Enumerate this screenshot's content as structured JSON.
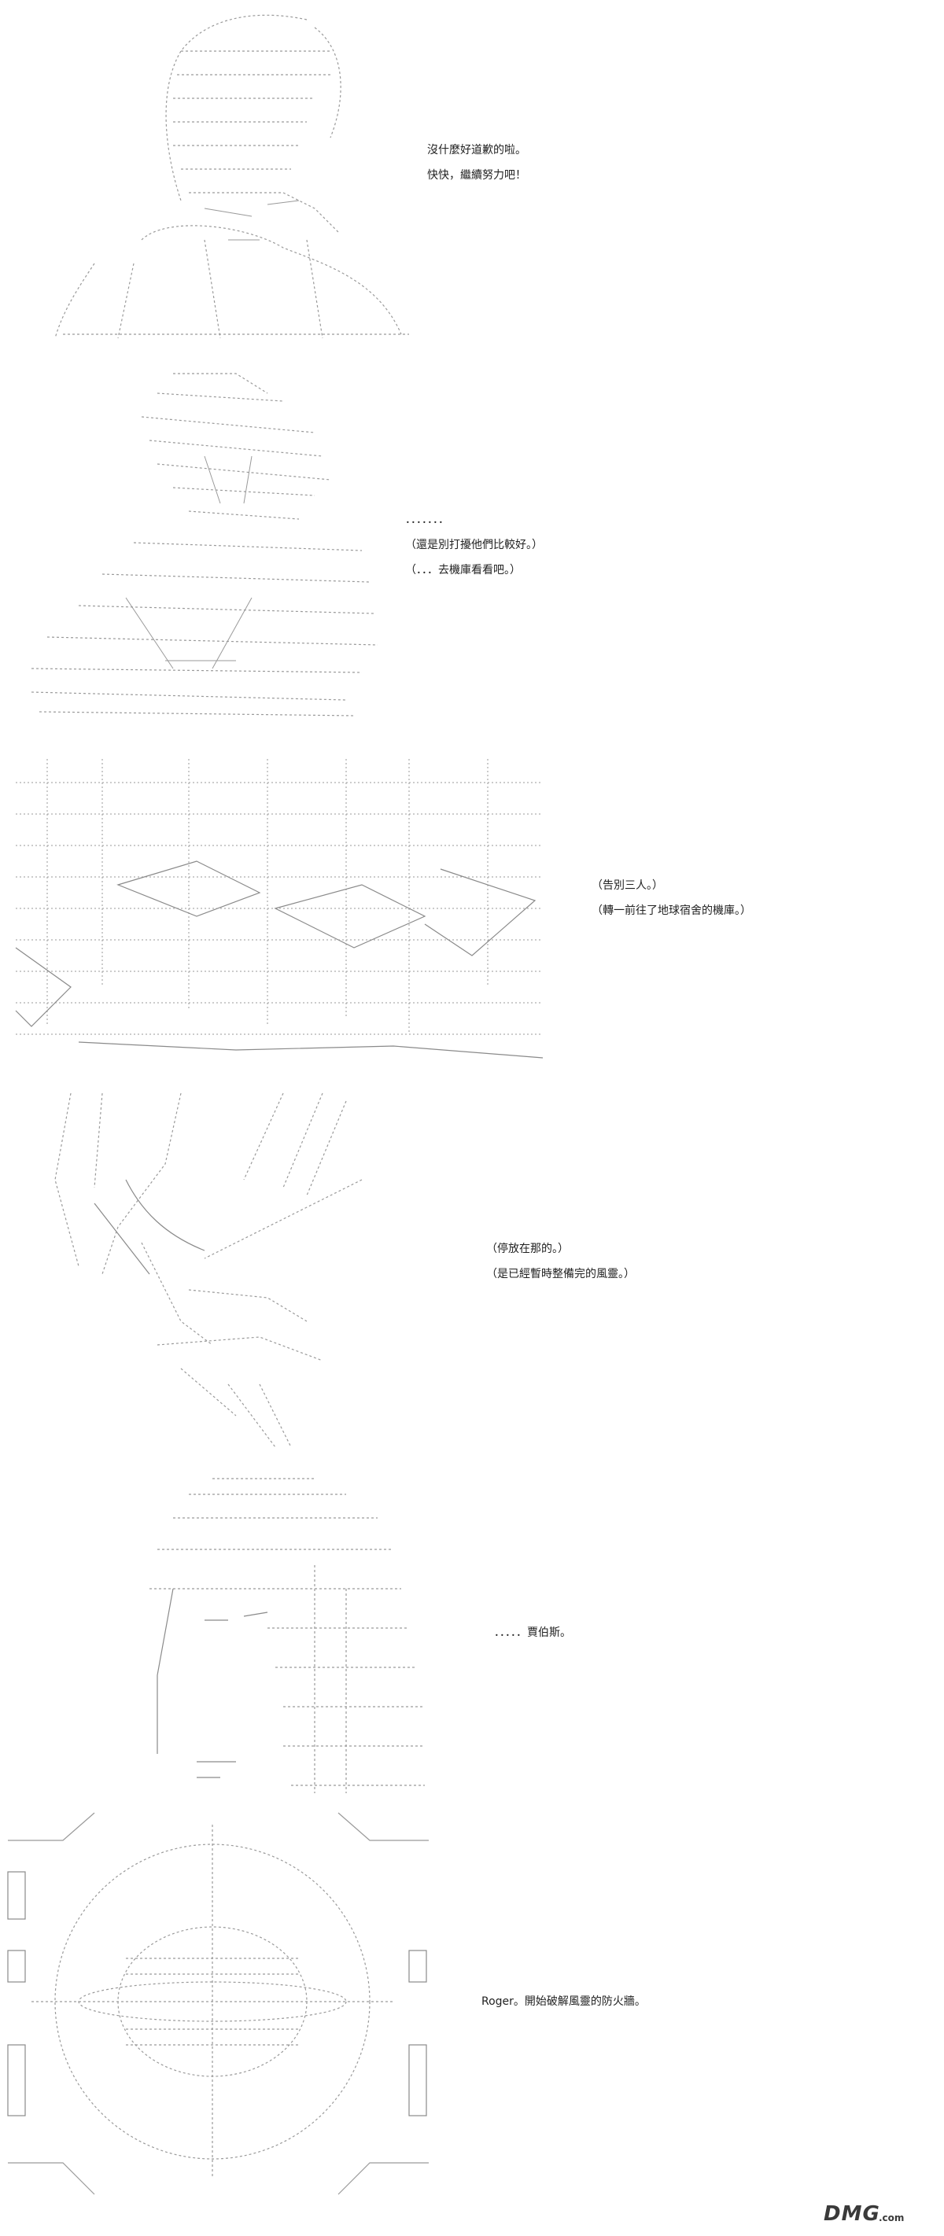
{
  "panels": [
    {
      "lines": [
        "沒什麼好道歉的啦。",
        "快快，繼續努力吧！"
      ]
    },
    {
      "lines": [
        "．．．．．．．",
        "（還是別打擾他們比較好。）",
        "（．．．去機庫看看吧。）"
      ]
    },
    {
      "lines": [
        "（告別三人。）",
        "（轉一前往了地球宿舍的機庫。）"
      ]
    },
    {
      "lines": [
        "（停放在那的。）",
        "（是已經暫時整備完的風靈。）"
      ]
    },
    {
      "lines": [
        "．．．．．賈伯斯。"
      ]
    },
    {
      "lines": [
        "Roger。開始破解風靈的防火牆。"
      ]
    }
  ],
  "watermark": {
    "brand": "DMG",
    "suffix": ".com"
  },
  "colors": {
    "text": "#222222",
    "art": "#9a9a9a",
    "background": "#ffffff"
  }
}
